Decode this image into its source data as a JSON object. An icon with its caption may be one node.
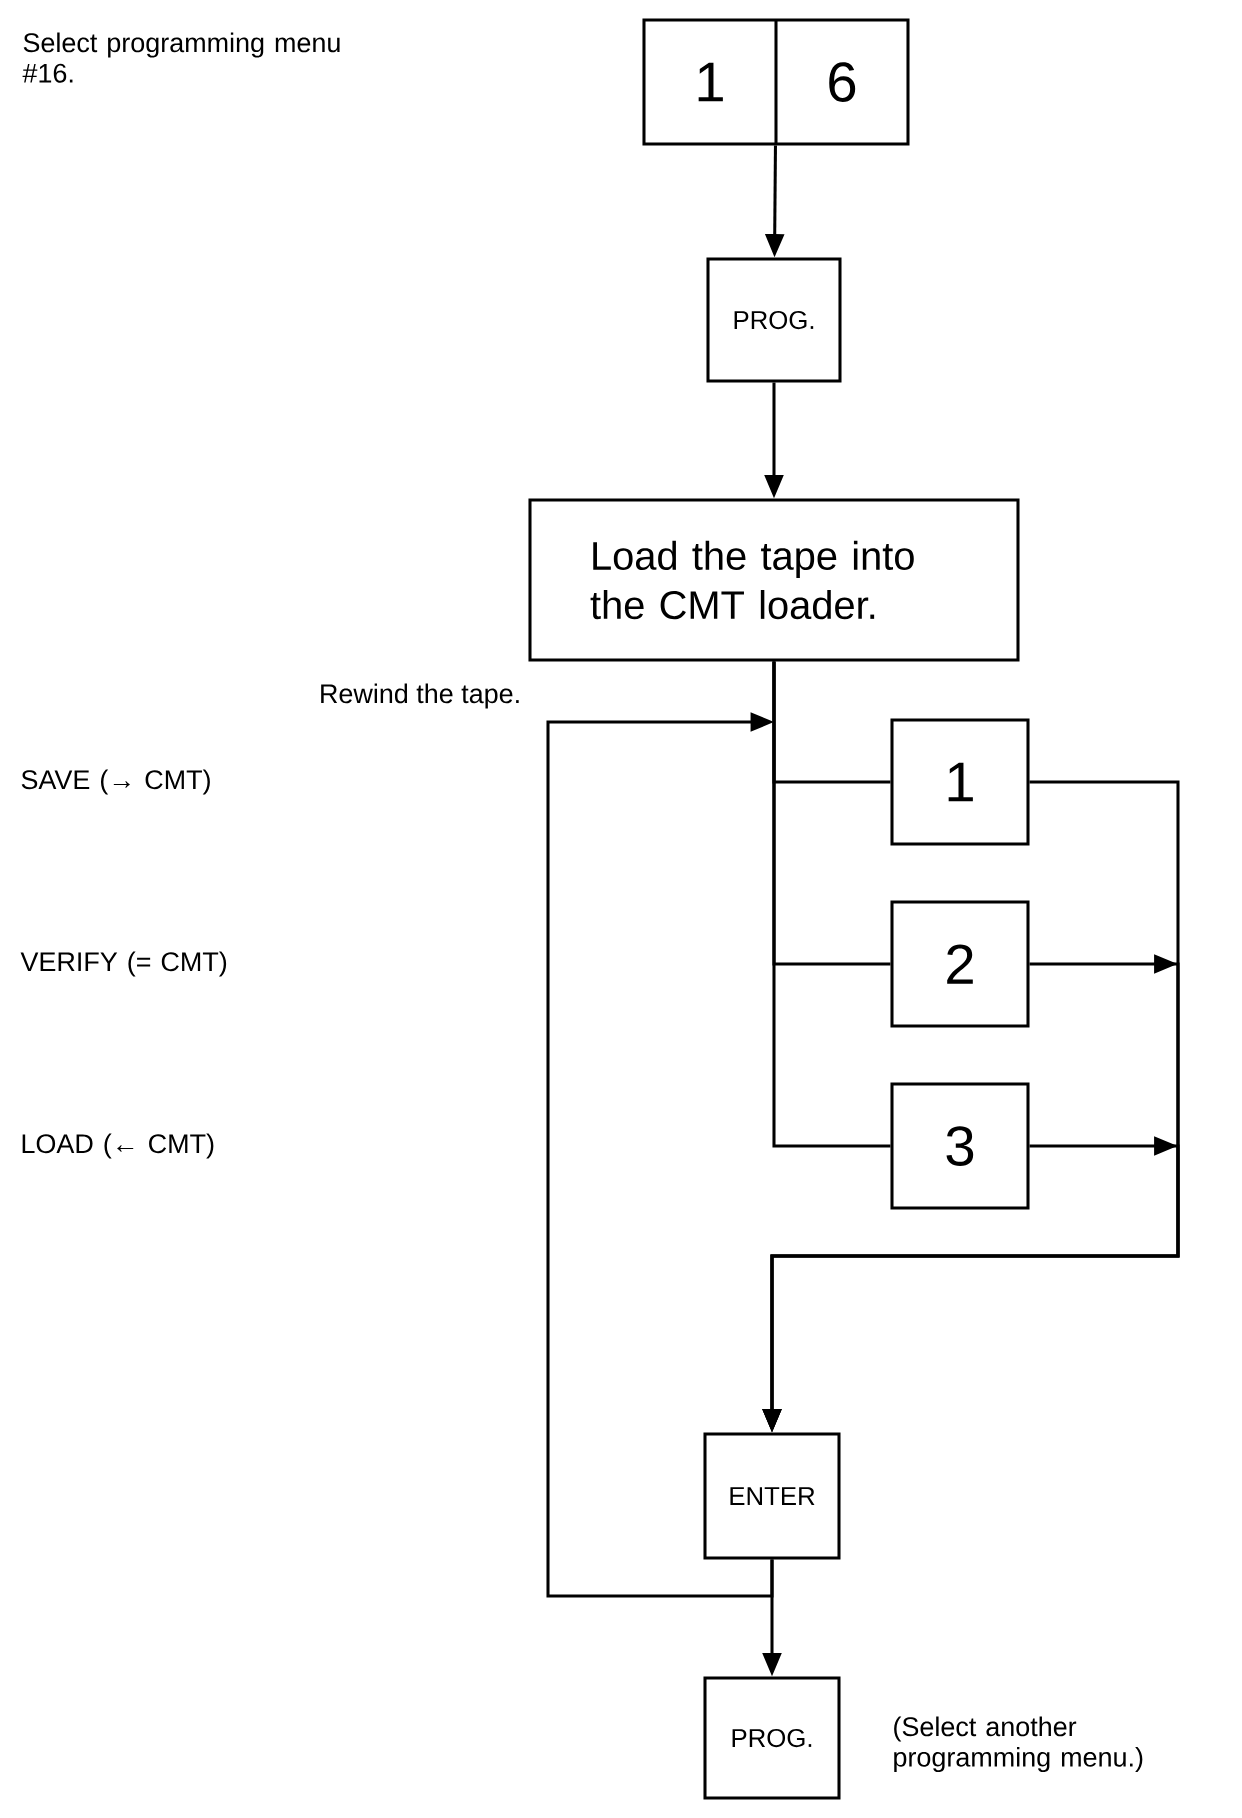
{
  "diagram": {
    "nodes": [
      {
        "text": [
          "1",
          "6"
        ]
      },
      {
        "text": [
          "PROG."
        ]
      },
      {
        "text": [
          "Load the tape into the CMT loader."
        ]
      },
      {
        "text": [
          "1"
        ]
      },
      {
        "text": [
          "2"
        ]
      },
      {
        "text": [
          "3"
        ]
      },
      {
        "text": [
          "ENTER"
        ]
      },
      {
        "text": [
          "PROG."
        ],
        "beside": [
          "(Select another programming menu.)"
        ]
      }
    ],
    "edges": [
      {
        "from": 0,
        "to": 1,
        "arrow": "to"
      },
      {
        "from": 1,
        "to": 2,
        "arrow": "to"
      },
      {
        "from": 2,
        "to": 3,
        "arrow": "none"
      },
      {
        "from": 2,
        "to": 4,
        "arrow": "none"
      },
      {
        "from": 2,
        "to": 5,
        "arrow": "none"
      },
      {
        "from": 3,
        "to": 6,
        "arrow": "to"
      },
      {
        "from": 4,
        "to": 6,
        "arrow": "to"
      },
      {
        "from": 5,
        "to": 6,
        "arrow": "to"
      },
      {
        "from": 6,
        "to": 7,
        "arrow": "to"
      },
      {
        "from": 6,
        "to": 2,
        "arrow": "to",
        "label": "Rewind the tape."
      }
    ],
    "labels": [
      "Select programming menu #16.",
      "SAVE (→ CMT)",
      "VERIFY (= CMT)",
      "LOAD (← CMT)"
    ]
  }
}
